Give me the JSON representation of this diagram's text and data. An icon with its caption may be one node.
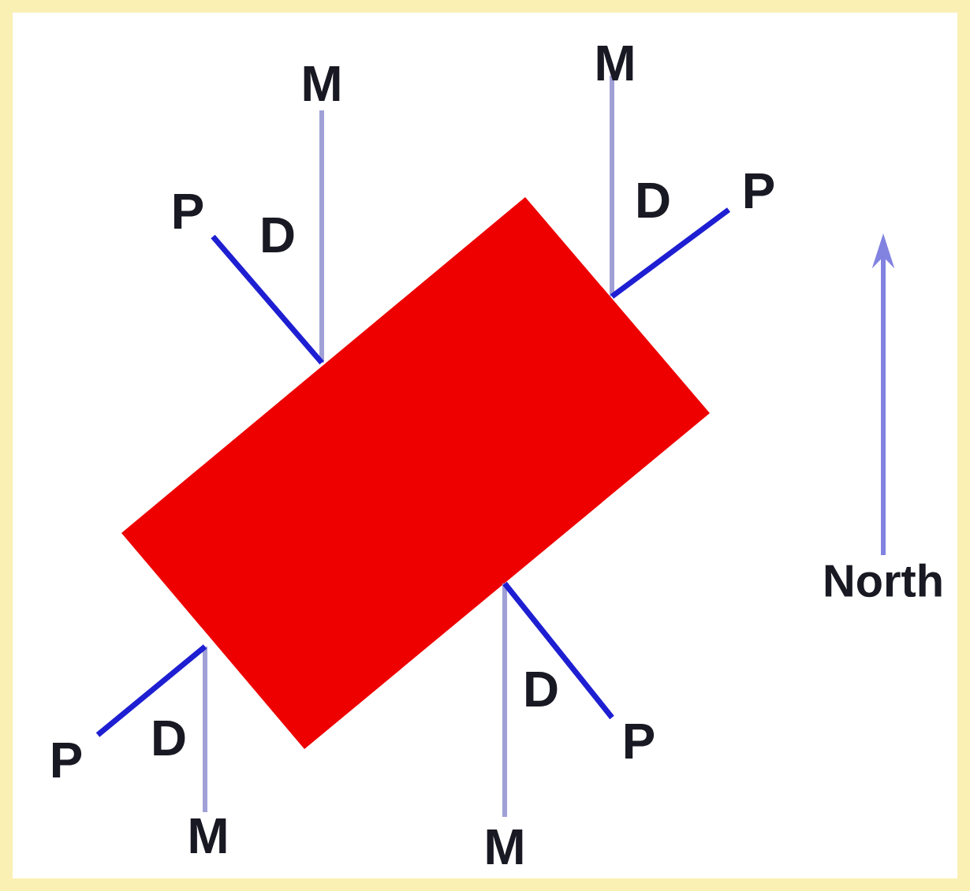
{
  "diagram": {
    "labels": [
      "M",
      "M",
      "D",
      "P",
      "P",
      "D",
      "North",
      "D",
      "P",
      "D",
      "P",
      "M",
      "M"
    ]
  }
}
